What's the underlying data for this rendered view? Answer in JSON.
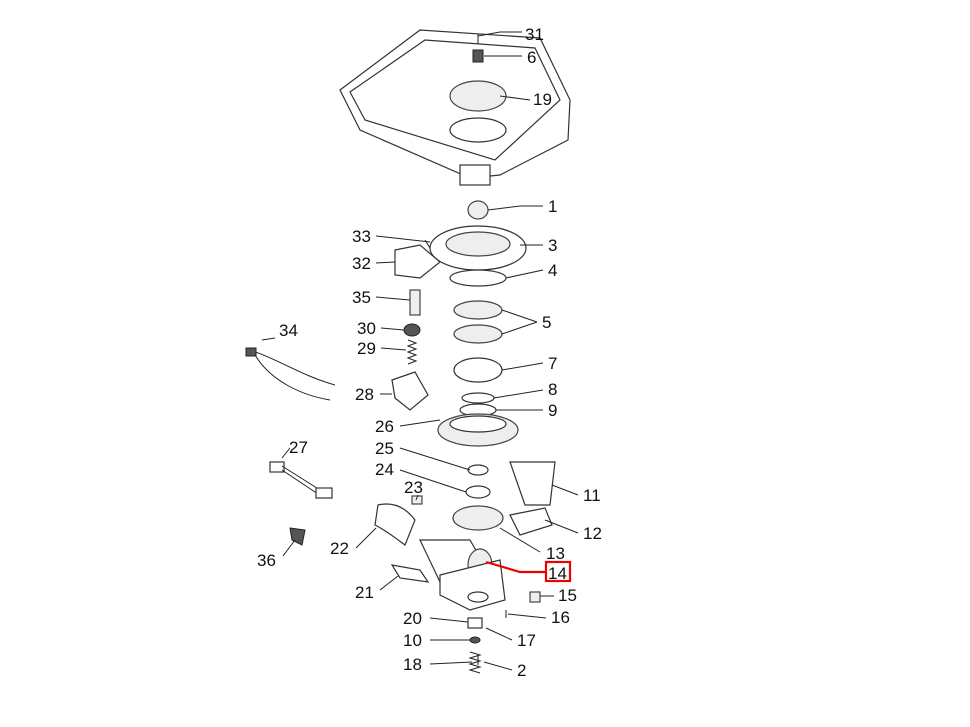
{
  "diagram": {
    "type": "exploded-parts-diagram",
    "highlighted_part": "14",
    "highlight_color": "#e00000",
    "labels": {
      "p31": "31",
      "p6": "6",
      "p19": "19",
      "p1": "1",
      "p3": "3",
      "p4": "4",
      "p5": "5",
      "p7": "7",
      "p8": "8",
      "p9": "9",
      "p11": "11",
      "p12": "12",
      "p13": "13",
      "p14": "14",
      "p15": "15",
      "p16": "16",
      "p17": "17",
      "p2": "2",
      "p33": "33",
      "p32": "32",
      "p35": "35",
      "p30": "30",
      "p29": "29",
      "p34": "34",
      "p28": "28",
      "p26": "26",
      "p25": "25",
      "p24": "24",
      "p27": "27",
      "p23": "23",
      "p22": "22",
      "p36": "36",
      "p21": "21",
      "p20": "20",
      "p10": "10",
      "p18": "18"
    }
  }
}
